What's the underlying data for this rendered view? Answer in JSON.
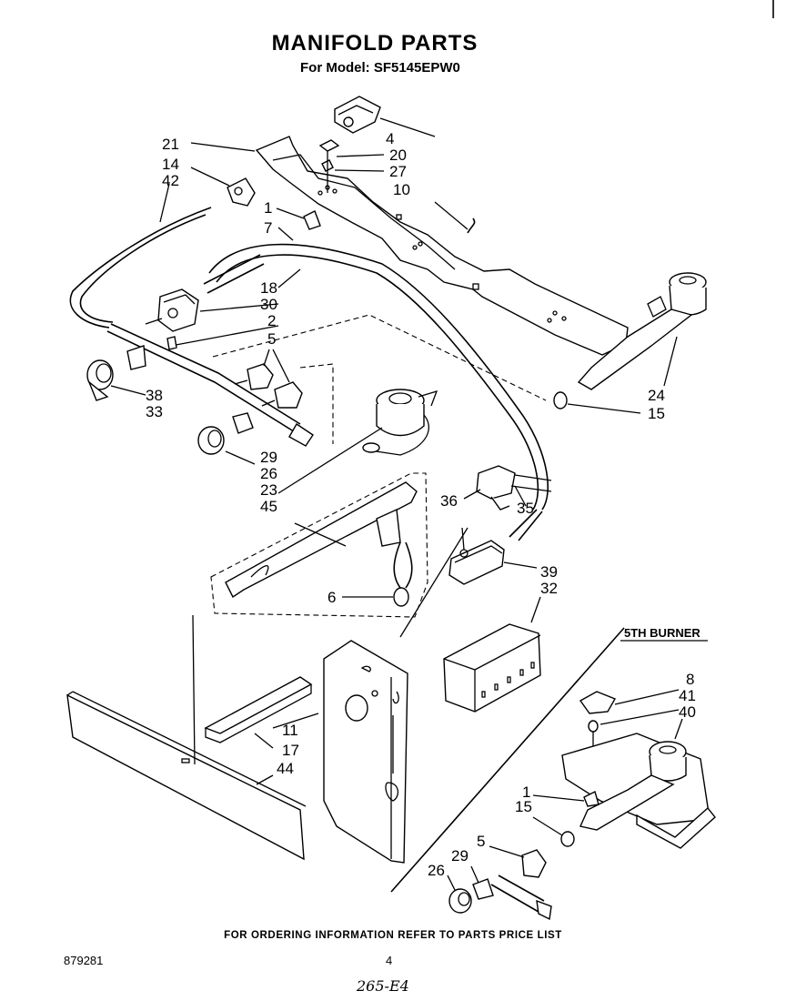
{
  "header": {
    "title": "MANIFOLD PARTS",
    "subtitle": "For Model: SF5145EPW0"
  },
  "diagram": {
    "section_label": "5TH BURNER",
    "callouts": [
      {
        "id": "c4",
        "text": "4"
      },
      {
        "id": "c21",
        "text": "21"
      },
      {
        "id": "c20",
        "text": "20"
      },
      {
        "id": "c14",
        "text": "14"
      },
      {
        "id": "c27",
        "text": "27"
      },
      {
        "id": "c42",
        "text": "42"
      },
      {
        "id": "c10",
        "text": "10"
      },
      {
        "id": "c1a",
        "text": "1"
      },
      {
        "id": "c7",
        "text": "7"
      },
      {
        "id": "c18",
        "text": "18"
      },
      {
        "id": "c30",
        "text": "30"
      },
      {
        "id": "c2",
        "text": "2"
      },
      {
        "id": "c5a",
        "text": "5"
      },
      {
        "id": "c38",
        "text": "38"
      },
      {
        "id": "c33",
        "text": "33"
      },
      {
        "id": "c24",
        "text": "24"
      },
      {
        "id": "c15a",
        "text": "15"
      },
      {
        "id": "c29a",
        "text": "29"
      },
      {
        "id": "c26a",
        "text": "26"
      },
      {
        "id": "c23",
        "text": "23"
      },
      {
        "id": "c45",
        "text": "45"
      },
      {
        "id": "c36",
        "text": "36"
      },
      {
        "id": "c35",
        "text": "35"
      },
      {
        "id": "c39",
        "text": "39"
      },
      {
        "id": "c32",
        "text": "32"
      },
      {
        "id": "c6",
        "text": "6"
      },
      {
        "id": "c8",
        "text": "8"
      },
      {
        "id": "c41",
        "text": "41"
      },
      {
        "id": "c40",
        "text": "40"
      },
      {
        "id": "c11",
        "text": "11"
      },
      {
        "id": "c17",
        "text": "17"
      },
      {
        "id": "c44",
        "text": "44"
      },
      {
        "id": "c1b",
        "text": "1"
      },
      {
        "id": "c15b",
        "text": "15"
      },
      {
        "id": "c5b",
        "text": "5"
      },
      {
        "id": "c29b",
        "text": "29"
      },
      {
        "id": "c26b",
        "text": "26"
      }
    ]
  },
  "footer": {
    "note": "FOR ORDERING INFORMATION REFER TO PARTS PRICE LIST",
    "doc_number": "879281",
    "page_number": "4",
    "handwritten": "265-E4"
  }
}
